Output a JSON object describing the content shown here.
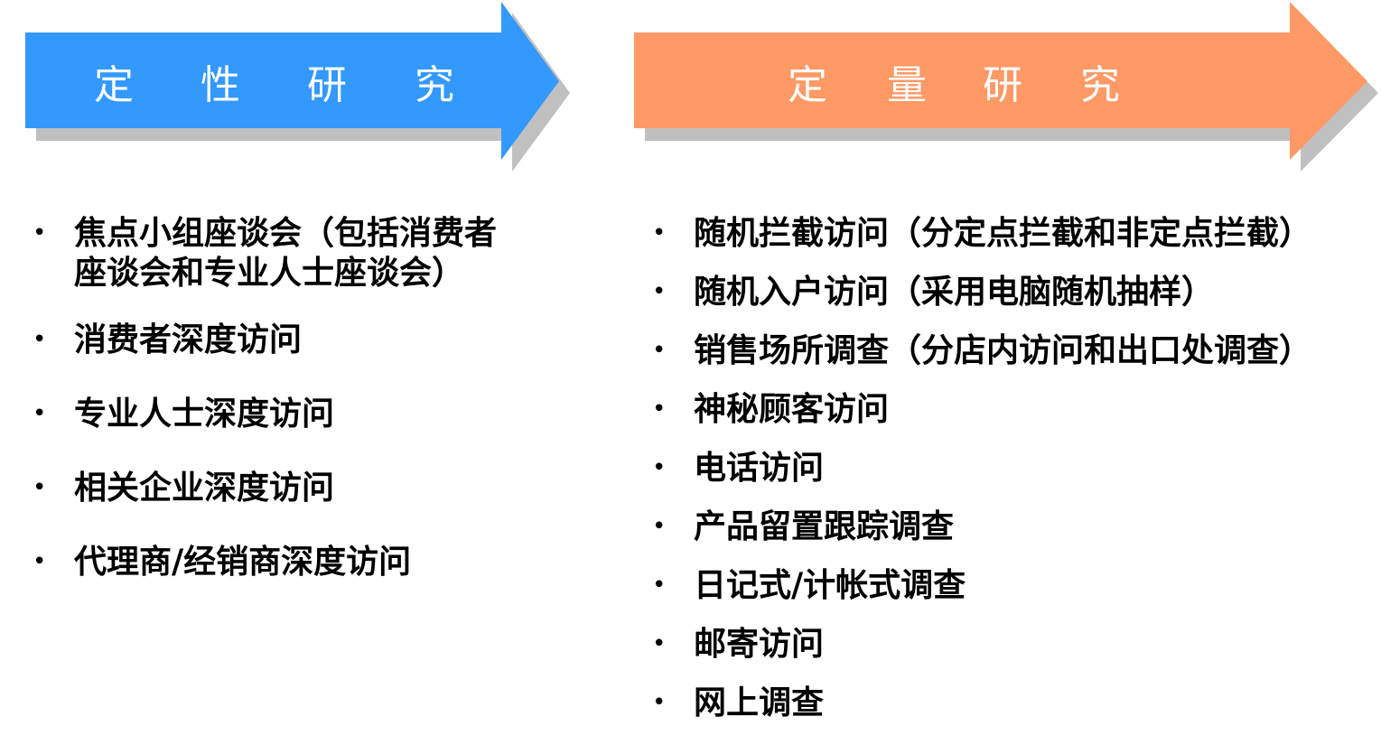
{
  "left_arrow": {
    "title_chars": [
      "定",
      "性",
      "研",
      "究"
    ],
    "color": "#3399FF"
  },
  "right_arrow": {
    "title_chars": [
      "定",
      "量",
      "研",
      "究"
    ],
    "color": "#FF9966"
  },
  "shadow_color": "#C0C0C0",
  "left_items": [
    "焦点小组座谈会（包括消费者座谈会和专业人士座谈会）",
    "消费者深度访问",
    "专业人士深度访问",
    "相关企业深度访问",
    "代理商/经销商深度访问"
  ],
  "right_items": [
    "随机拦截访问（分定点拦截和非定点拦截）",
    "随机入户访问（采用电脑随机抽样）",
    "销售场所调查（分店内访问和出口处调查）",
    "神秘顾客访问",
    "电话访问",
    "产品留置跟踪调查",
    "日记式/计帐式调查",
    "邮寄访问",
    "网上调查"
  ],
  "bullet": "•"
}
